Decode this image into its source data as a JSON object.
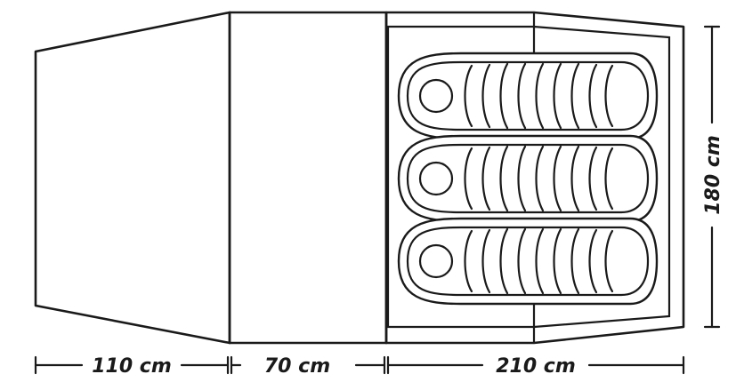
{
  "dimensions": {
    "vestibule_length": "110 cm",
    "entry_length": "70 cm",
    "sleeping_length": "210 cm",
    "sleeping_width": "180 cm"
  },
  "sleeping_bags": [
    {
      "name": "sleeping-bag-top"
    },
    {
      "name": "sleeping-bag-middle"
    },
    {
      "name": "sleeping-bag-bottom"
    }
  ]
}
